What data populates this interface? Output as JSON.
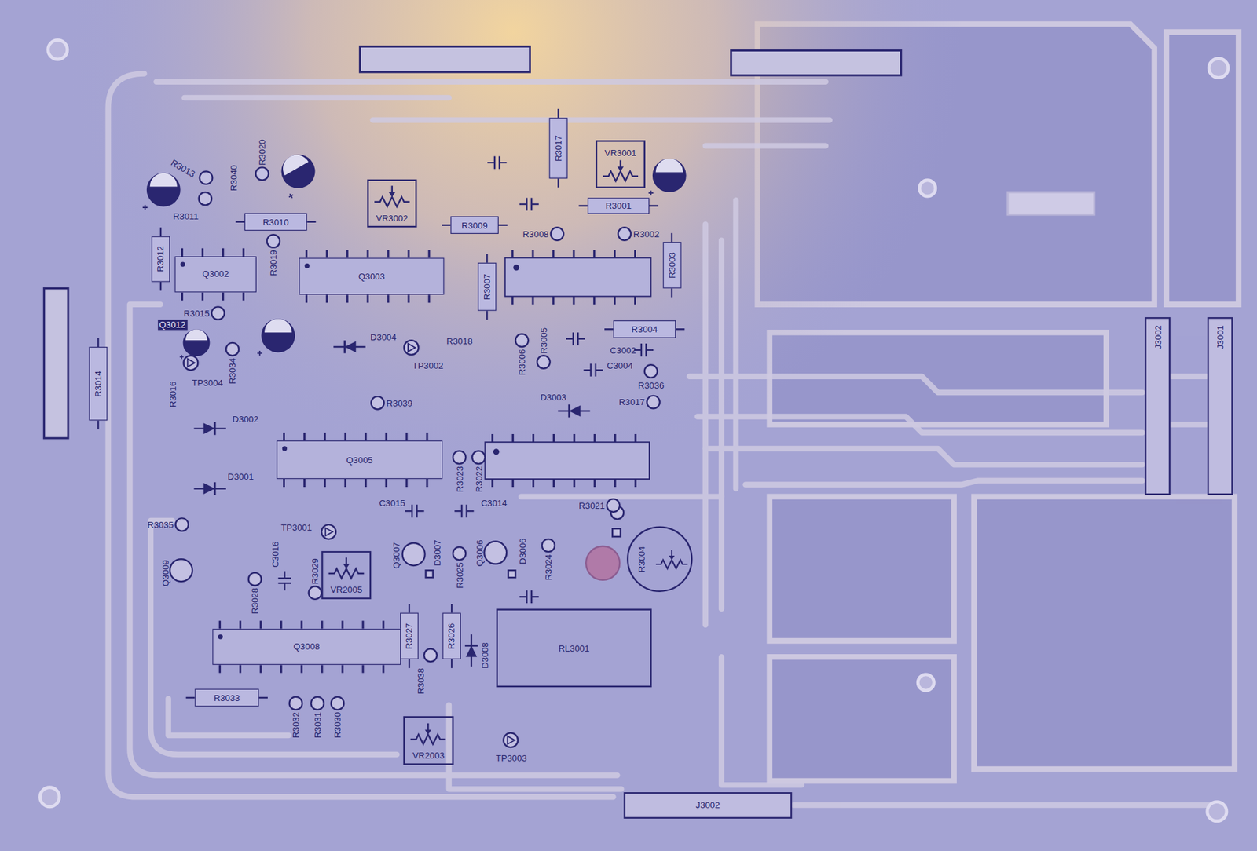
{
  "diagram": {
    "nodes": [
      {
        "text": [
          "R3010"
        ]
      },
      {
        "text": [
          "VR3002"
        ]
      },
      {
        "text": [
          "R3017"
        ]
      },
      {
        "text": [
          "VR3001"
        ]
      },
      {
        "text": [
          "R3001"
        ]
      },
      {
        "text": [
          "R3009"
        ]
      },
      {
        "text": [
          "R3012"
        ]
      },
      {
        "text": [
          "Q3002"
        ]
      },
      {
        "text": [
          "Q3003"
        ]
      },
      {
        "text": [
          "R3007"
        ]
      },
      {
        "text": [
          "R3003"
        ]
      },
      {
        "text": [
          "R3004"
        ]
      },
      {
        "text": [
          "R3014"
        ]
      },
      {
        "text": [
          "Q3005"
        ]
      },
      {
        "text": [
          "VR2005"
        ]
      },
      {
        "text": [
          "R3004"
        ]
      },
      {
        "text": [
          "RL3001"
        ]
      },
      {
        "text": [
          "R3027"
        ]
      },
      {
        "text": [
          "R3026"
        ]
      },
      {
        "text": [
          "Q3008"
        ]
      },
      {
        "text": [
          "R3033"
        ]
      },
      {
        "text": [
          "VR2003"
        ]
      },
      {
        "text": [
          "J3002"
        ]
      },
      {
        "text": [
          "J3002"
        ]
      },
      {
        "text": [
          "J3001"
        ]
      }
    ],
    "labels": [
      "R3013",
      "R3040",
      "R3020",
      "R3011",
      "R3019",
      "R3008",
      "R3002",
      "R3015",
      "Q3012",
      "D3004",
      "R3018",
      "TP3002",
      "R3006",
      "R3005",
      "C3002",
      "C3004",
      "R3036",
      "R3016",
      "TP3004",
      "R3034",
      "R3039",
      "D3003",
      "R3017",
      "D3002",
      "R3023",
      "R3022",
      "D3001",
      "R3035",
      "TP3001",
      "C3015",
      "C3014",
      "R3021",
      "Q3009",
      "R3028",
      "C3016",
      "R3029",
      "Q3007",
      "D3007",
      "R3025",
      "Q3006",
      "D3006",
      "R3024",
      "D3008",
      "R3038",
      "R3032",
      "R3031",
      "R3030",
      "TP3003"
    ]
  }
}
